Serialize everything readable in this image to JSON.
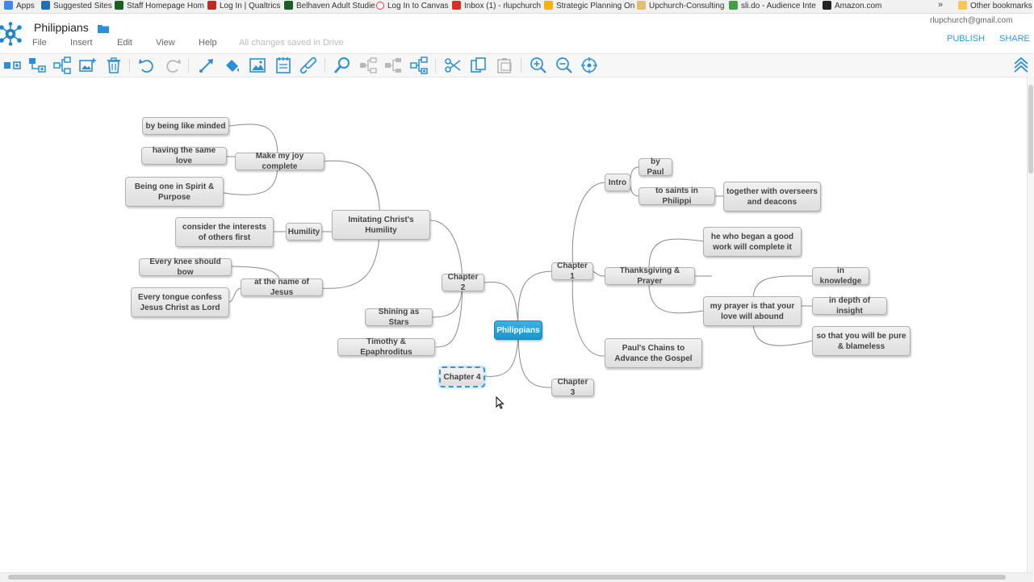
{
  "bookmarks": {
    "items": [
      {
        "label": "Apps",
        "color": "#4285f4"
      },
      {
        "label": "Suggested Sites",
        "color": "#1e6fb5"
      },
      {
        "label": "Staff Homepage Hom",
        "color": "#1b5e20"
      },
      {
        "label": "Log In | Qualtrics",
        "color": "#c62828"
      },
      {
        "label": "Belhaven Adult Studie",
        "color": "#1b5e20"
      },
      {
        "label": "Log In to Canvas",
        "color": "#e53935"
      },
      {
        "label": "Inbox (1) - rlupchurch",
        "color": "#d93025"
      },
      {
        "label": "Strategic Planning On",
        "color": "#f4b400"
      },
      {
        "label": "Upchurch-Consulting",
        "color": "#e0c070"
      },
      {
        "label": "sli.do - Audience Inte",
        "color": "#43a047"
      },
      {
        "label": "Amazon.com",
        "color": "#222222"
      }
    ],
    "more": "»",
    "other_label": "Other bookmarks"
  },
  "app": {
    "title": "Philippians",
    "menus": [
      "File",
      "Insert",
      "Edit",
      "View",
      "Help"
    ],
    "save_status": "All changes saved in Drive",
    "user_email": "rlupchurch@gmail.com",
    "publish_label": "PUBLISH",
    "share_label": "SHARE"
  },
  "toolbar": {
    "icon_color": "#2c8fd6",
    "disabled_color": "#b8b8b8",
    "buttons": [
      "add-child-icon",
      "add-sibling-icon",
      "add-relationship-icon",
      "add-image-icon",
      "delete-icon",
      "undo-icon",
      "redo-icon",
      "connector-icon",
      "fill-color-icon",
      "image-icon",
      "note-icon",
      "link-icon",
      "search-icon",
      "expand-icon",
      "collapse-icon",
      "layout-icon",
      "cut-icon",
      "copy-icon",
      "paste-icon",
      "zoom-in-icon",
      "zoom-out-icon",
      "center-icon"
    ]
  },
  "mindmap": {
    "root": "Philippians",
    "nodes": {
      "ch1": "Chapter 1",
      "ch2": "Chapter 2",
      "ch3": "Chapter 3",
      "ch4": "Chapter 4",
      "intro": "Intro",
      "by_paul": "by Paul",
      "saints": "to saints in Philippi",
      "overseers": "together with overseers and deacons",
      "thanks": "Thanksgiving & Prayer",
      "began": "he who began a good work will complete it",
      "prayer": "my prayer is that your love will abound",
      "knowledge": "in knowledge",
      "insight": "in depth of insight",
      "pure": "so that you will be pure & blameless",
      "chains": "Paul's Chains to Advance the Gospel",
      "imitating": "Imitating Christ's Humility",
      "joy": "Make my joy complete",
      "like_minded": "by being like minded",
      "same_love": "having the same love",
      "spirit": "Being one in Spirit & Purpose",
      "humility": "Humility",
      "interests": "consider the interests of others first",
      "name_jesus": "at the name of Jesus",
      "knee": "Every knee should bow",
      "tongue": "Every tongue confess Jesus Christ as Lord",
      "stars": "Shining as Stars",
      "timothy": "Timothy & Epaphroditus"
    },
    "colors": {
      "root": "#2aa3dc",
      "line": "#8a8a8a",
      "selection": "#2f9ad8"
    },
    "selected": "Chapter 4"
  }
}
